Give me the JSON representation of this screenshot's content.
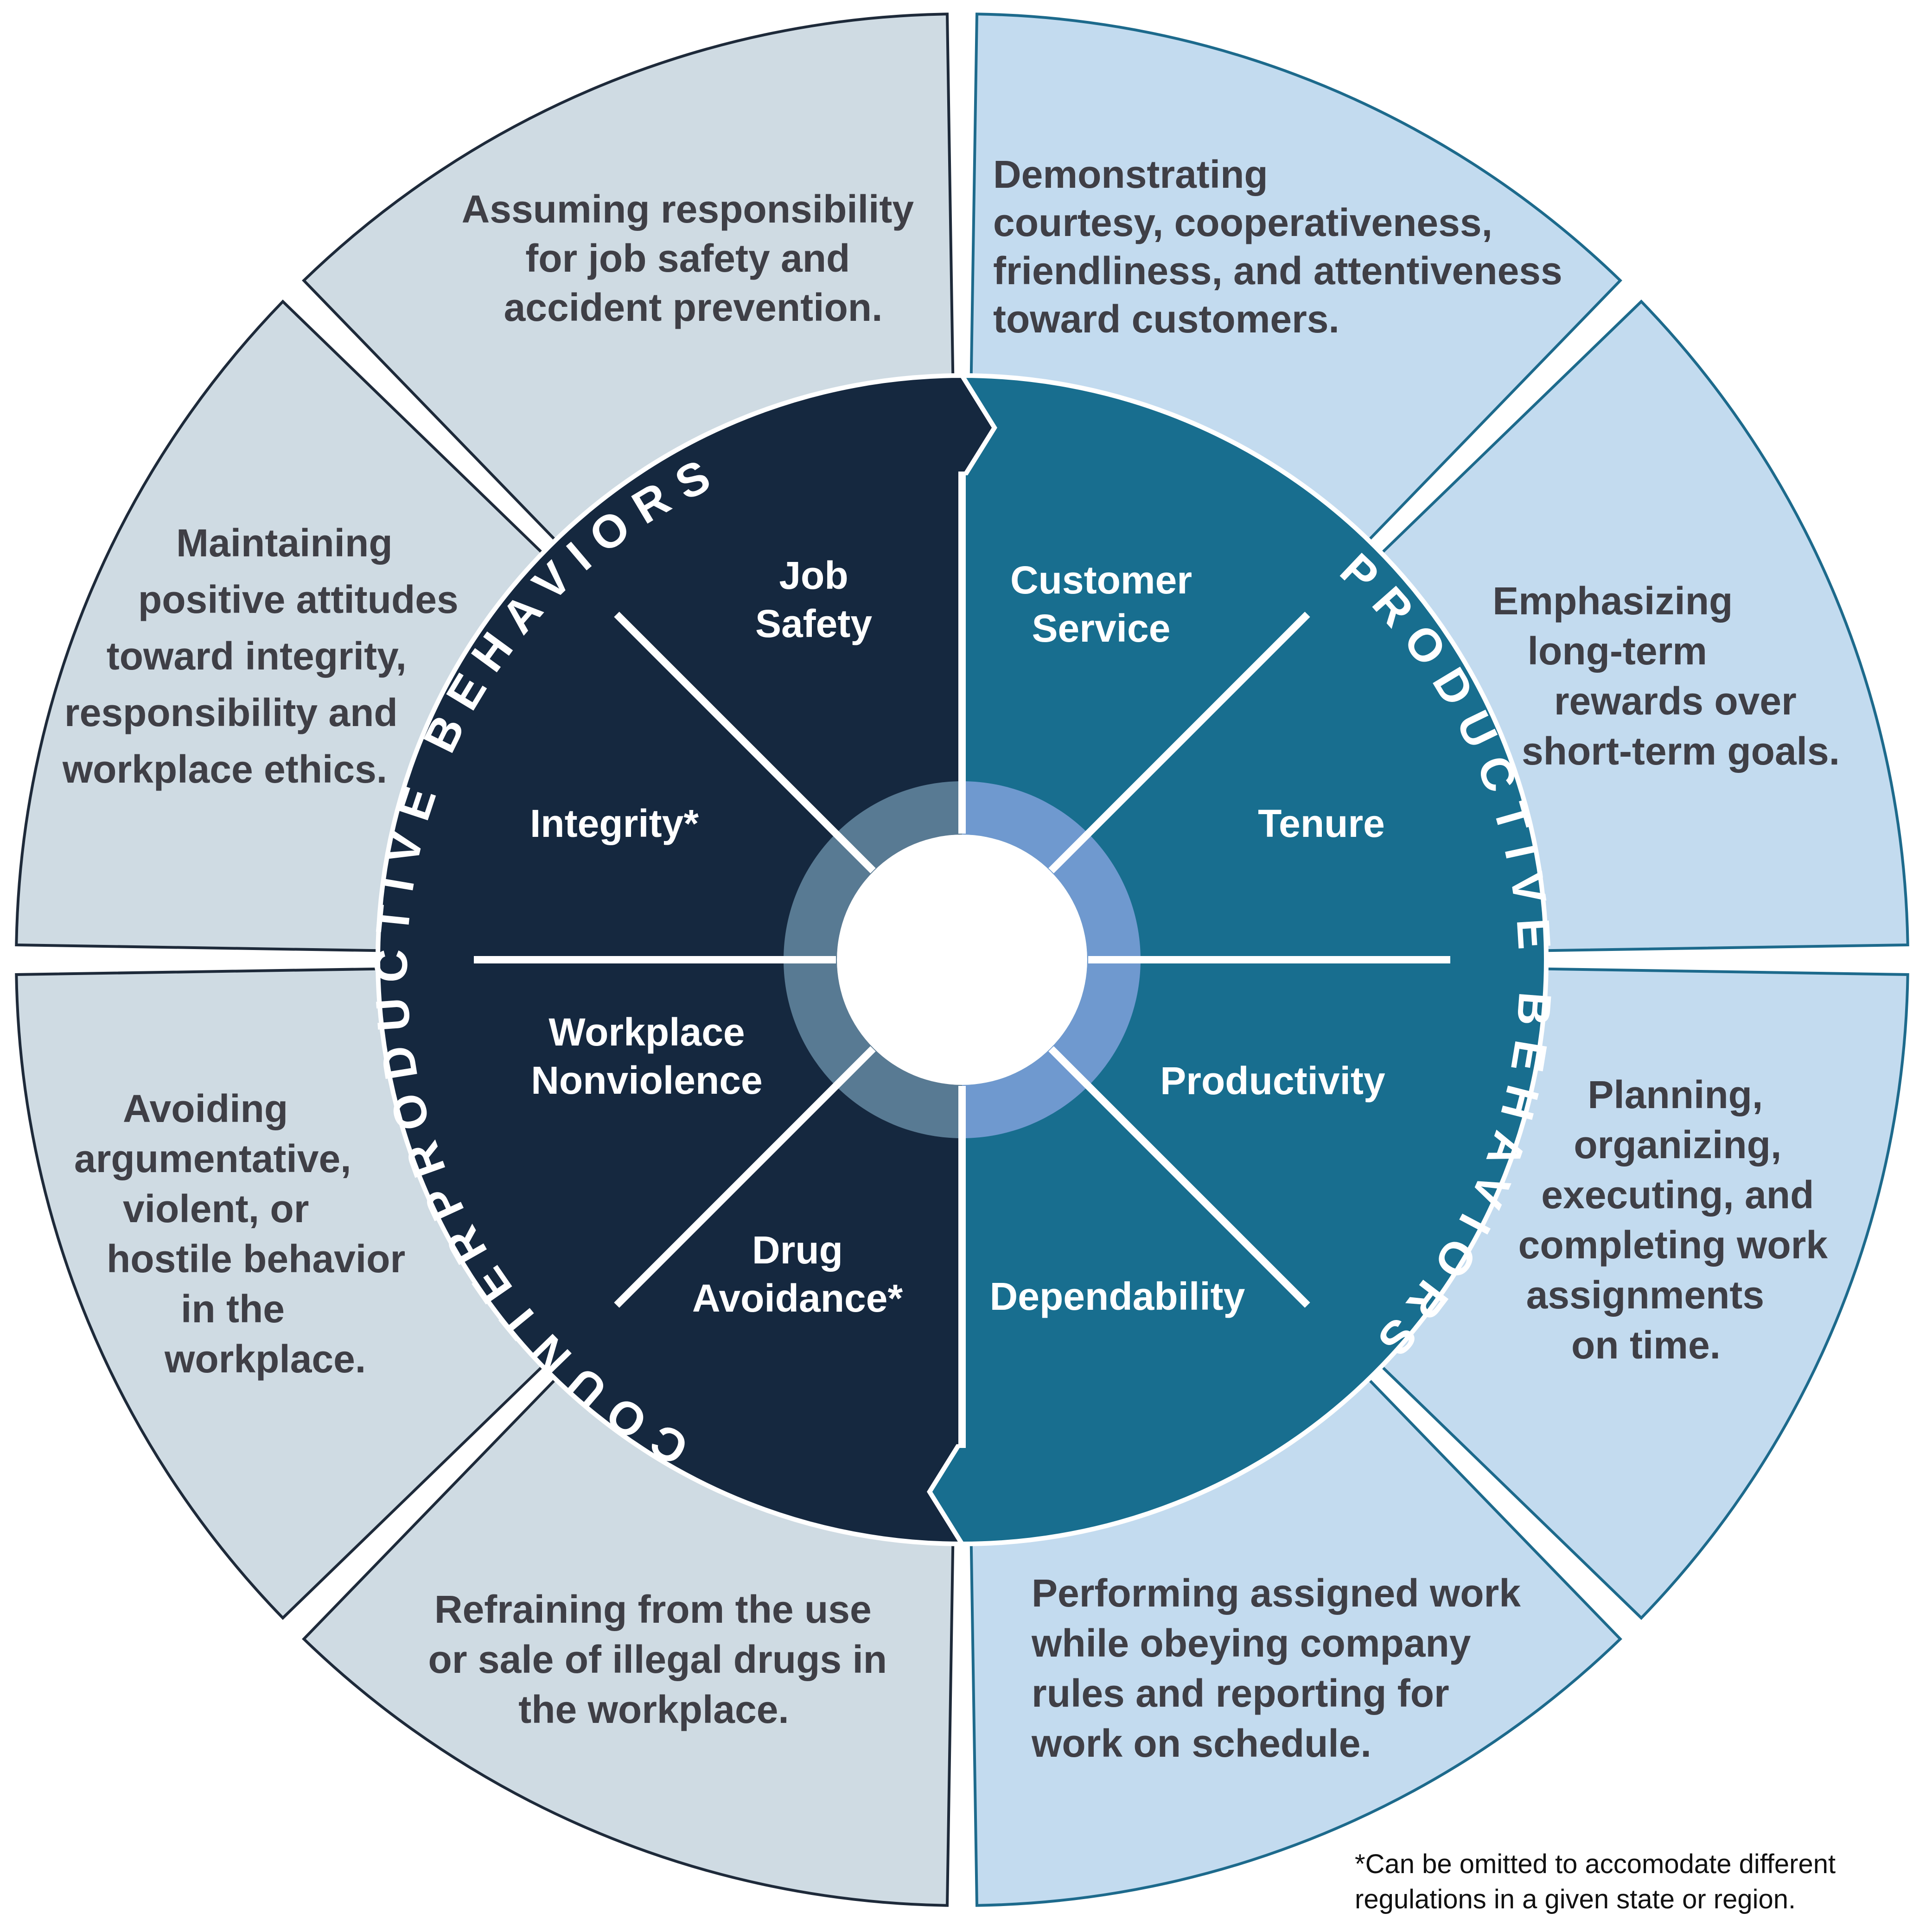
{
  "ring_labels": {
    "left": "COUNTERPRODUCTIVE BEHAVIORS",
    "right": "PRODUCTIVE BEHAVIORS"
  },
  "segments": [
    {
      "label": [
        "Job",
        "Safety"
      ],
      "description": [
        "Assuming responsibility",
        "for job safety and",
        "accident prevention."
      ]
    },
    {
      "label": [
        "Customer",
        "Service"
      ],
      "description": [
        "Demonstrating",
        "courtesy, cooperativeness,",
        "friendliness, and attentiveness",
        "toward customers."
      ]
    },
    {
      "label": [
        "Tenure"
      ],
      "description": [
        "Emphasizing",
        "long-term",
        "rewards over",
        "short-term goals."
      ]
    },
    {
      "label": [
        "Productivity"
      ],
      "description": [
        "Planning,",
        "organizing,",
        "executing, and",
        "completing work",
        "assignments",
        "on time."
      ]
    },
    {
      "label": [
        "Dependability"
      ],
      "description": [
        "Performing assigned work",
        "while obeying company",
        "rules and reporting for",
        "work on schedule."
      ]
    },
    {
      "label": [
        "Drug",
        "Avoidance*"
      ],
      "description": [
        "Refraining from the use",
        "or sale of illegal drugs in",
        "the workplace."
      ]
    },
    {
      "label": [
        "Workplace",
        "Nonviolence"
      ],
      "description": [
        "Avoiding",
        "argumentative,",
        "violent, or",
        "hostile behavior",
        "in the",
        "workplace."
      ]
    },
    {
      "label": [
        "Integrity*"
      ],
      "description": [
        "Maintaining",
        "positive attitudes",
        "toward integrity,",
        "responsibility and",
        "workplace ethics."
      ]
    }
  ],
  "footnote": [
    "*Can be omitted to accomodate different",
    "regulations in a given state or region."
  ],
  "colors": {
    "left_outer": "#cfdbe3",
    "right_outer": "#c3dbef",
    "left_border": "#1e2a3a",
    "right_border": "#1d6a8c",
    "left_inner": "#15283f",
    "right_inner": "#186e8f",
    "left_hub_ring": "#587a93",
    "right_hub_ring": "#6f99cf"
  }
}
